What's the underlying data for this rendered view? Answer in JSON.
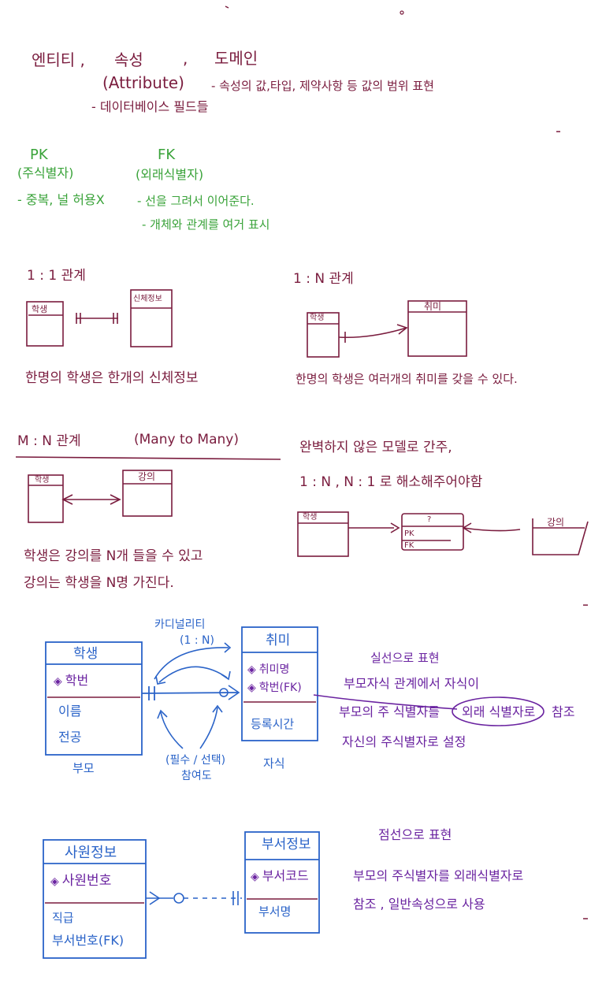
{
  "colors": {
    "maroon": "#7a1c3e",
    "green": "#3aa33a",
    "blue": "#2a63c8",
    "purple": "#6a23a0"
  },
  "intro": {
    "entity": "엔티티 ,",
    "attribute": "속성",
    "comma": ",",
    "domain": "도메인",
    "attribute_en": "(Attribute)",
    "domain_desc": "- 속성의 값,타입, 제약사항 등 값의 범위 표현",
    "attribute_desc": "- 데이터베이스 필드들"
  },
  "keys": {
    "pk": "PK",
    "pk_desc": "(주식별자)",
    "pk_rule": "- 중복, 널 허용X",
    "fk": "FK",
    "fk_desc": "(외래식별자)",
    "fk_rule1": "- 선을 그려서 이어준다.",
    "fk_rule2": "- 개체와 관계를 여거 표시"
  },
  "one_to_one": {
    "title": "1 : 1 관계",
    "left_entity": "학생",
    "right_entity": "신체정보",
    "caption": "한명의 학생은 한개의 신체정보"
  },
  "one_to_many": {
    "title": "1 : N 관계",
    "left_entity": "학생",
    "right_entity": "취미",
    "caption": "한명의 학생은 여러개의 취미를 갖을 수 있다."
  },
  "many_to_many": {
    "title": "M : N 관계",
    "subtitle": "(Many to Many)",
    "left_entity": "학생",
    "right_entity": "강의",
    "caption1": "학생은 강의를 N개 들을 수 있고",
    "caption2": "강의는 학생을 N명 가진다.",
    "note1": "완벽하지 않은 모델로 간주,",
    "note2": "1 : N , N : 1 로 해소해주어야함",
    "res_left": "학생",
    "res_mid": "?",
    "res_pk": "PK",
    "res_fk": "FK",
    "res_right": "강의"
  },
  "identifying": {
    "cardinality_label": "카디널리티",
    "cardinality_value": "(1 : N)",
    "parent_title": "학생",
    "parent_pk": "학번",
    "parent_attr1": "이름",
    "parent_attr2": "전공",
    "child_title": "취미",
    "child_pk1": "취미명",
    "child_pk2": "학번(FK)",
    "child_attr": "등록시간",
    "optional_label": "(필수 / 선택)",
    "optional_label2": "참여도",
    "parent_role": "부모",
    "child_role": "자식",
    "line_type": "실선으로 표현",
    "desc1": "부모자식 관계에서  자식이",
    "desc2a": "부모의 주 식별자를",
    "desc2b": "외래 식별자로",
    "desc2c": "참조",
    "desc3": "자신의 주식별자로 설정"
  },
  "non_identifying": {
    "left_title": "사원정보",
    "left_pk": "사원번호",
    "left_attr1": "직급",
    "left_attr2": "부서번호(FK)",
    "right_title": "부서정보",
    "right_pk": "부서코드",
    "right_attr": "부서명",
    "line_type": "점선으로 표현",
    "desc1": "부모의 주식별자를  외래식별자로",
    "desc2": "참조 , 일반속성으로  사용"
  }
}
